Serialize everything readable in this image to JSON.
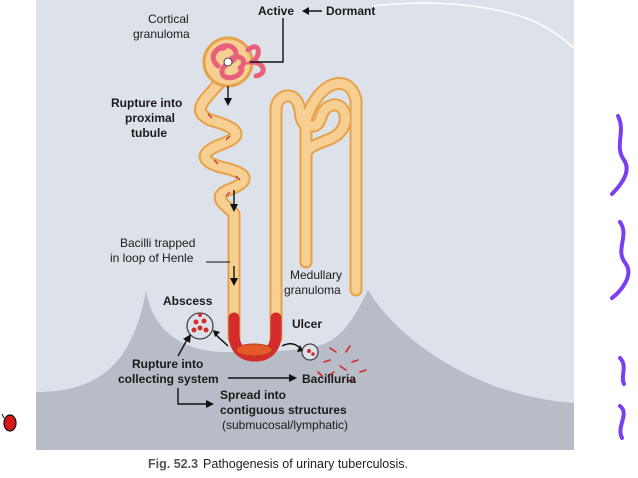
{
  "labels": {
    "active": "Active",
    "dormant": "Dormant",
    "cortical_1": "Cortical",
    "cortical_2": "granuloma",
    "rupture_prox_1": "Rupture into",
    "rupture_prox_2": "proximal",
    "rupture_prox_3": "tubule",
    "bacilli_1": "Bacilli trapped",
    "bacilli_2": "in loop of Henle",
    "medullary_1": "Medullary",
    "medullary_2": "granuloma",
    "abscess": "Abscess",
    "ulcer": "Ulcer",
    "rupture_coll_1": "Rupture into",
    "rupture_coll_2": "collecting system",
    "bacilluria": "Bacilluria",
    "spread_1": "Spread into",
    "spread_2": "contiguous structures",
    "spread_3": "(submucosal/lymphatic)"
  },
  "caption": {
    "figure_number": "Fig. 52.3",
    "text": "Pathogenesis of urinary tuberculosis."
  },
  "colors": {
    "background": "#dde2ea",
    "medulla": "#b7bcc6",
    "tubule_fill": "#f7cf93",
    "tubule_outline": "#e6a24a",
    "granuloma": "#e8607a",
    "inflammation": "#d42c2c",
    "side_decoration": "#7a3ff0"
  }
}
